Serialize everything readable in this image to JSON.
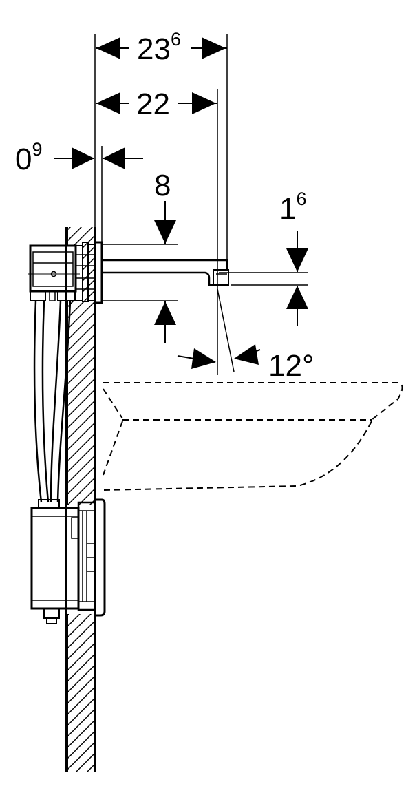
{
  "dimensions": {
    "spout_projection_total": {
      "base": "23",
      "sup": "6"
    },
    "spout_projection_outlet": {
      "label": "22"
    },
    "cover_plate_thickness": {
      "base": "0",
      "sup": "9"
    },
    "spout_body_height": {
      "label": "8"
    },
    "outlet_height": {
      "base": "1",
      "sup": "6"
    },
    "jet_angle": {
      "label": "12°"
    }
  },
  "colors": {
    "line": "#000000",
    "background": "#ffffff"
  }
}
